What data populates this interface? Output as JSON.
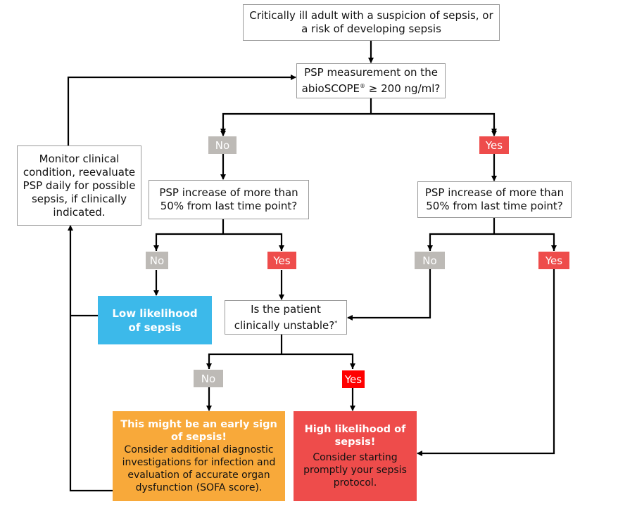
{
  "nodes": {
    "start": "Critically ill adult with a suspicion of sepsis, or a risk of developing sepsis",
    "psp_measurement": {
      "text": "PSP measurement on the abioSCOPE",
      "sup": "®",
      "text2": " ≥ 200 ng/ml?"
    },
    "monitor": "Monitor clinical condition, reevaluate PSP daily for possible sepsis, if clinically indicated.",
    "increase_left": "PSP increase of more than 50% from last time point?",
    "increase_right": "PSP increase of more than 50% from last time point?",
    "low_likelihood": "Low likelihood of sepsis",
    "unstable": {
      "text": "Is the patient clinically unstable?",
      "sup": "*"
    },
    "early_sign": {
      "heading": "This might be an early sign of sepsis!",
      "body": "Consider additional diagnostic investigations for infection and evaluation of accurate organ dysfunction (SOFA score)."
    },
    "high_likelihood": {
      "heading": "High likelihood of sepsis!",
      "body": "Consider starting promptly your sepsis protocol."
    }
  },
  "labels": {
    "no": "No",
    "yes": "Yes"
  },
  "colors": {
    "no_label": "#bdbab6",
    "yes_label": "#ee4c4b",
    "yes_bright": "#ff0000",
    "low_likelihood": "#3cb9ea",
    "early_sign": "#f8a93a",
    "high_likelihood": "#ee4c4b"
  }
}
